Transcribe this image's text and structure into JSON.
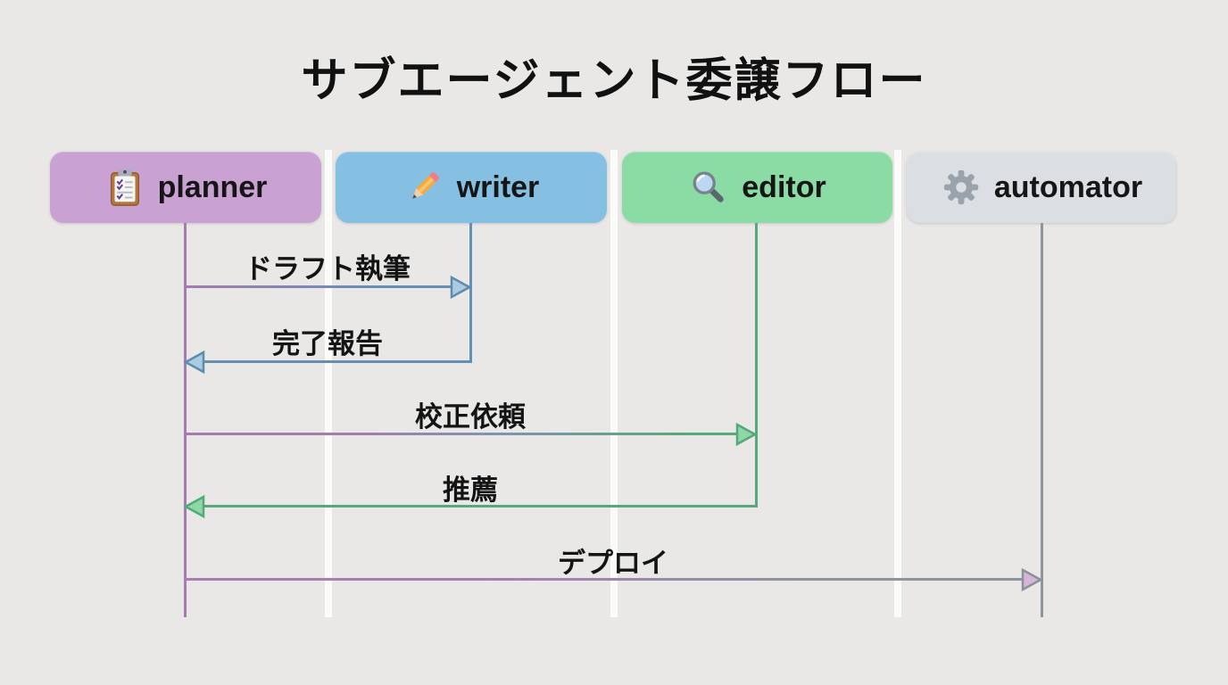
{
  "title": "サブエージェント委譲フロー",
  "diagram_type": "sequence",
  "actors": [
    {
      "id": "planner",
      "label": "planner",
      "icon": "clipboard-icon",
      "box_color": "#c9a2d3",
      "lifeline_color": "#a47cae"
    },
    {
      "id": "writer",
      "label": "writer",
      "icon": "pencil-icon",
      "box_color": "#85c0e2",
      "lifeline_color": "#6490b2"
    },
    {
      "id": "editor",
      "label": "editor",
      "icon": "magnifier-icon",
      "box_color": "#8bdca4",
      "lifeline_color": "#57a87a"
    },
    {
      "id": "automator",
      "label": "automator",
      "icon": "gear-icon",
      "box_color": "#dbdee2",
      "lifeline_color": "#8e959d"
    }
  ],
  "messages": [
    {
      "label": "ドラフト執筆",
      "from": "planner",
      "to": "writer",
      "direction": "right"
    },
    {
      "label": "完了報告",
      "from": "writer",
      "to": "planner",
      "direction": "left"
    },
    {
      "label": "校正依頼",
      "from": "planner",
      "to": "editor",
      "direction": "right"
    },
    {
      "label": "推薦",
      "from": "editor",
      "to": "planner",
      "direction": "left"
    },
    {
      "label": "デプロイ",
      "from": "planner",
      "to": "automator",
      "direction": "right"
    }
  ],
  "colors": {
    "background": "#e9e8e6",
    "lane_divider": "#fbfbfa",
    "text": "#161616",
    "arrow_blue_stroke": "#5e8cad",
    "arrow_blue_fill": "#aacbe2",
    "arrow_green_stroke": "#55a878",
    "arrow_green_fill": "#90d7a6",
    "arrow_gray_stroke": "#8a9199",
    "arrow_deploy_fill": "#d5b5d8"
  }
}
